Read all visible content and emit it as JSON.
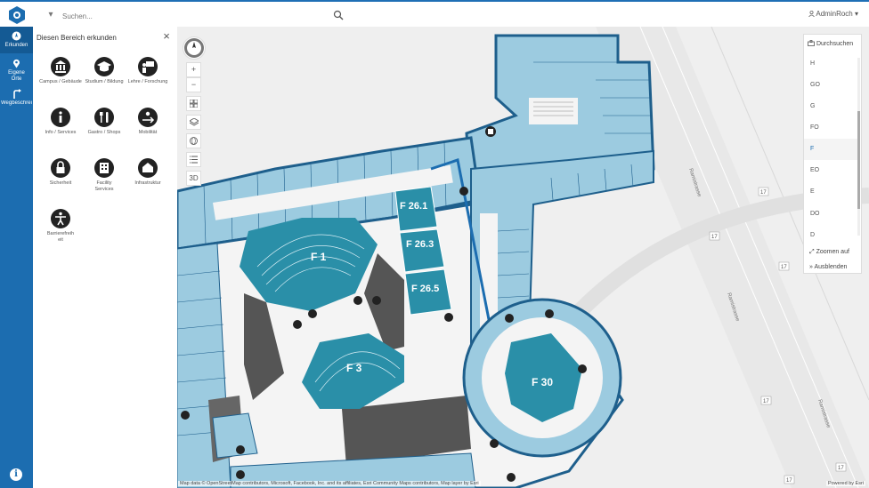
{
  "header": {
    "search_placeholder": "Suchen...",
    "user_name": "AdminRoch",
    "user_caret": "▾",
    "dropdown_caret": "▾"
  },
  "rail": {
    "items": [
      {
        "label": "Erkunden",
        "icon": "compass-icon",
        "active": true
      },
      {
        "label": "Eigene Orte",
        "icon": "location-pin-icon",
        "active": false
      },
      {
        "label": "Wegbeschreibung",
        "icon": "route-icon",
        "active": false
      }
    ],
    "info_symbol": "i"
  },
  "panel": {
    "title": "Diesen Bereich erkunden",
    "close_symbol": "×",
    "categories": [
      {
        "label": "Campus / Gebäude",
        "icon": "building-icon"
      },
      {
        "label": "Studium / Bildung",
        "icon": "graduation-cap-icon"
      },
      {
        "label": "Lehre / Forschung",
        "icon": "lecturer-icon"
      },
      {
        "label": "Info / Services",
        "icon": "info-icon"
      },
      {
        "label": "Gastro / Shops",
        "icon": "cutlery-icon"
      },
      {
        "label": "Mobilität",
        "icon": "mobility-icon"
      },
      {
        "label": "Sicherheit",
        "icon": "lock-icon"
      },
      {
        "label": "Facility Services",
        "icon": "facility-icon"
      },
      {
        "label": "Infrastruktur",
        "icon": "infrastructure-icon"
      },
      {
        "label": "Barrierefreiheit",
        "icon": "accessibility-icon"
      }
    ]
  },
  "map": {
    "controls": {
      "compass": "compass-icon",
      "zoom_in": "+",
      "zoom_out": "−",
      "basemap": "grid-icon",
      "layers": "layers-icon",
      "locate": "globe-icon",
      "legend": "list-icon",
      "three_d": "3D"
    },
    "rooms": [
      "F 1",
      "F 3",
      "F 26.1",
      "F 26.3",
      "F 26.5",
      "F 30"
    ],
    "streets": [
      "Ramistrasse",
      "Ramistrasse",
      "Ramistrasse"
    ],
    "house_numbers": [
      "17",
      "17",
      "17",
      "17",
      "17",
      "17"
    ],
    "attribution": "Map data © OpenStreetMap contributors, Microsoft, Facebook, Inc. and its affiliates, Esri Community Maps contributors, Map layer by Esri",
    "powered_by": "Powered by Esri",
    "colors": {
      "room": "#9ccbe0",
      "lecture_hall": "#2a8fa8",
      "wall": "#1e5f8c",
      "route": "#1c6db0",
      "corridor": "#f4f4f4",
      "dark": "#555555"
    }
  },
  "floors": {
    "header": "Durchsuchen",
    "list": [
      "H",
      "GO",
      "G",
      "FO",
      "F",
      "EO",
      "E",
      "DO",
      "D"
    ],
    "selected": "F",
    "zoom_to": "Zoomen auf",
    "hide": "Ausblenden"
  }
}
